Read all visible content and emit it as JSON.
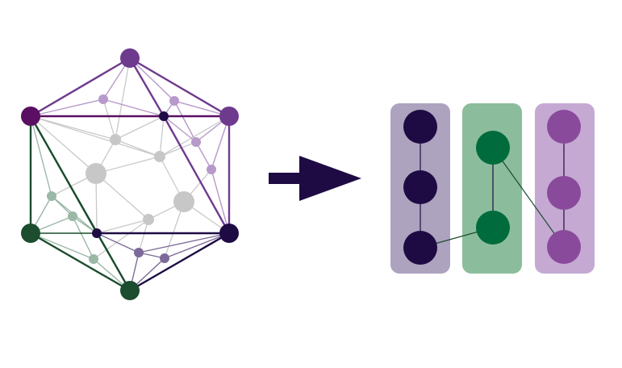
{
  "colors": {
    "dark_purple": "#1e0b44",
    "purple": "#6e3a8e",
    "magenta_purple": "#5a0f62",
    "light_purple": "#b79ac9",
    "mid_purple": "#7d6a98",
    "dark_green": "#1b4d2e",
    "green": "#006b3c",
    "light_green": "#9bb7a6",
    "gray": "#c7c7c7",
    "gray_edge": "#c9c9c9",
    "panel_purple": "#ada3bf",
    "panel_green": "#8bbd9c",
    "panel_lilac": "#c5a9d3",
    "node_lilac": "#8a4a9c",
    "arrow": "#1e0b44"
  },
  "graph": {
    "nodes": [
      {
        "id": "top",
        "color": "purple",
        "size": "large"
      },
      {
        "id": "upper-left",
        "color": "magenta_purple",
        "size": "large"
      },
      {
        "id": "upper-right",
        "color": "purple",
        "size": "large"
      },
      {
        "id": "lower-left",
        "color": "dark_green",
        "size": "large"
      },
      {
        "id": "lower-right",
        "color": "dark_purple",
        "size": "large"
      },
      {
        "id": "bottom",
        "color": "dark_green",
        "size": "large"
      }
    ]
  },
  "arrow": {
    "direction": "right",
    "color": "arrow"
  },
  "partitions": [
    {
      "id": "partition-dark-purple",
      "panel_color": "panel_purple",
      "node_color": "dark_purple",
      "node_count": 3
    },
    {
      "id": "partition-green",
      "panel_color": "panel_green",
      "node_color": "green",
      "node_count": 2
    },
    {
      "id": "partition-lilac",
      "panel_color": "panel_lilac",
      "node_color": "node_lilac",
      "node_count": 3
    }
  ]
}
